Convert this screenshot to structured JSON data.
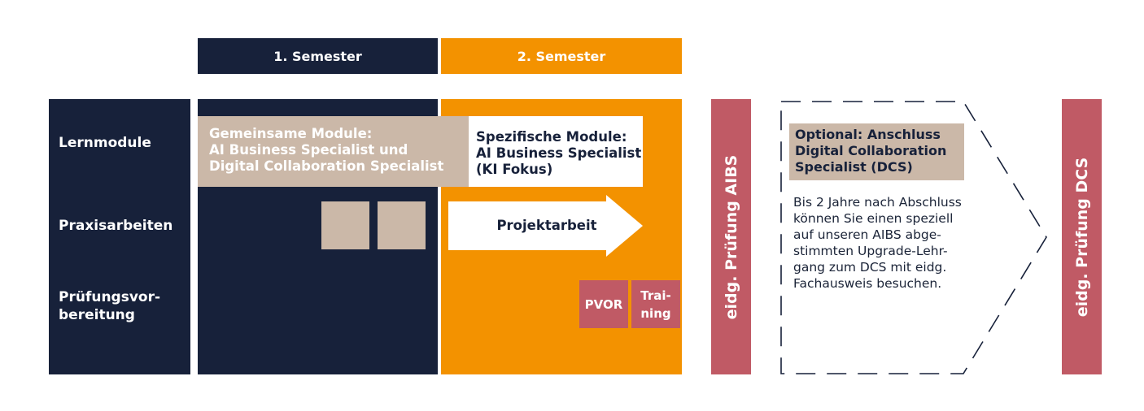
{
  "semesters": {
    "first": "1. Semester",
    "second": "2. Semester"
  },
  "rows": {
    "lernmodule": "Lernmodule",
    "praxisarbeiten": "Praxisarbeiten",
    "pruefung_line1": "Prüfungsvor-",
    "pruefung_line2": "bereitung"
  },
  "modules": {
    "common_line1": "Gemeinsame Module:",
    "common_line2": "AI Business Specialist  und",
    "common_line3": "Digital Collaboration Specialist",
    "specific_line1": "Spezifische Module:",
    "specific_line2": "AI Business Specialist",
    "specific_line3": "(KI Fokus)"
  },
  "practice": {
    "project": "Projektarbeit"
  },
  "exam_prep": {
    "pvor": "PVOR",
    "training_line1": "Trai-",
    "training_line2": "ning"
  },
  "exams": {
    "aibs": "eidg. Prüfung AIBS",
    "dcs": "eidg. Prüfung DCS"
  },
  "optional": {
    "title_line1": "Optional: Anschluss",
    "title_line2": "Digital Collaboration",
    "title_line3": "Specialist (DCS)",
    "text_lines": [
      "Bis 2 Jahre nach Abschluss",
      "können Sie einen speziell",
      "auf unseren AIBS abge-",
      "stimmten Upgrade-Lehr-",
      "gang zum DCS mit eidg.",
      "Fachausweis besuchen."
    ]
  },
  "colors": {
    "navy": "#17213a",
    "orange": "#f39200",
    "beige": "#cbb8a8",
    "red": "#c05a65"
  }
}
